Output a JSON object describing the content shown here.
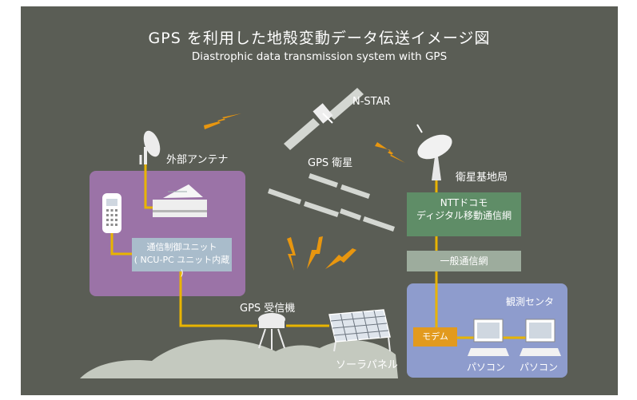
{
  "title": "GPS を利用した地殻変動データ伝送イメージ図",
  "subtitle": "Diastrophic data transmission system with GPS",
  "labels": {
    "nstar": "N-STAR",
    "gps_satellite": "GPS 衛星",
    "base_station": "衛星基地局",
    "external_antenna": "外部アンテナ",
    "ntt_line1": "NTTドコモ",
    "ntt_line2": "ディジタル移動通信網",
    "general_network": "一般通信網",
    "control_unit_line1": "通信制御ユニット",
    "control_unit_line2": "( NCU-PC ユニット内蔵 )",
    "gps_receiver": "GPS 受信機",
    "solar_panel": "ソーラパネル",
    "observation_center": "観測センタ",
    "modem": "モデム",
    "pc1": "パソコン",
    "pc2": "パソコン"
  },
  "colors": {
    "background": "#5a5d55",
    "link": "#e8b400",
    "signal": "#e8960f",
    "station_box": "#9b73a7",
    "center_box": "#8e9ccd",
    "docomo_box": "#5f8d67",
    "network_box": "#9dac9d",
    "control_box": "#a9bccb",
    "modem_box": "#e29a1e",
    "hill": "#c4c9bf"
  }
}
